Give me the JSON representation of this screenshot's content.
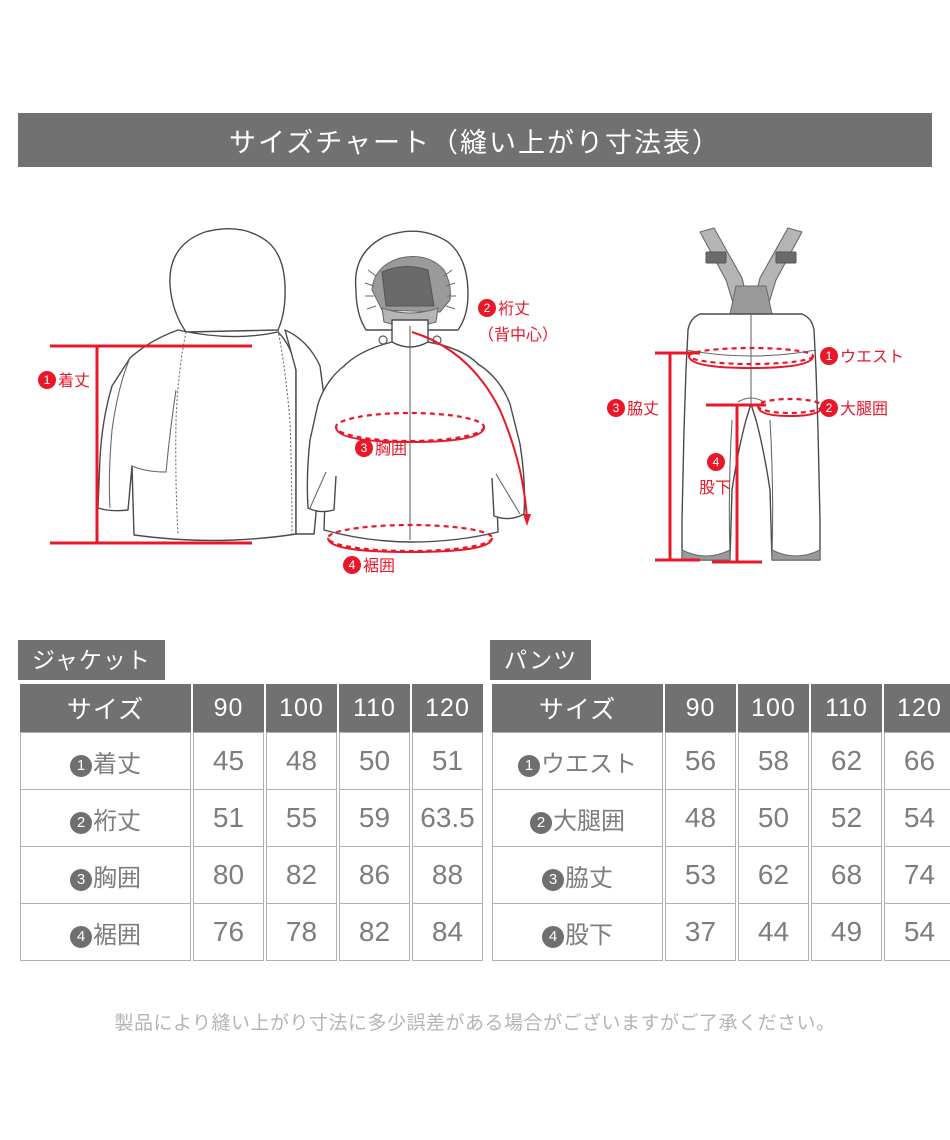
{
  "banner": {
    "title": "サイズチャート（縫い上がり寸法表）"
  },
  "diagram": {
    "jacket": {
      "labels": [
        {
          "num": "❶",
          "text": "着丈"
        },
        {
          "num": "❷",
          "text": "裄丈",
          "sub": "（背中心）"
        },
        {
          "num": "❸",
          "text": "胸囲"
        },
        {
          "num": "❹",
          "text": "裾囲"
        }
      ]
    },
    "pants": {
      "labels": [
        {
          "num": "❶",
          "text": "ウエスト"
        },
        {
          "num": "❷",
          "text": "大腿囲"
        },
        {
          "num": "❸",
          "text": "脇丈"
        },
        {
          "num": "❹",
          "text": "股下"
        }
      ]
    }
  },
  "jacket_table": {
    "tab_label": "ジャケット",
    "size_header": "サイズ",
    "sizes": [
      "90",
      "100",
      "110",
      "120"
    ],
    "rows": [
      {
        "num": "1",
        "label": "着丈",
        "values": [
          "45",
          "48",
          "50",
          "51"
        ]
      },
      {
        "num": "2",
        "label": "裄丈",
        "values": [
          "51",
          "55",
          "59",
          "63.5"
        ]
      },
      {
        "num": "3",
        "label": "胸囲",
        "values": [
          "80",
          "82",
          "86",
          "88"
        ]
      },
      {
        "num": "4",
        "label": "裾囲",
        "values": [
          "76",
          "78",
          "82",
          "84"
        ]
      }
    ]
  },
  "pants_table": {
    "tab_label": "パンツ",
    "size_header": "サイズ",
    "sizes": [
      "90",
      "100",
      "110",
      "120"
    ],
    "rows": [
      {
        "num": "1",
        "label": "ウエスト",
        "values": [
          "56",
          "58",
          "62",
          "66"
        ]
      },
      {
        "num": "2",
        "label": "大腿囲",
        "values": [
          "48",
          "50",
          "52",
          "54"
        ]
      },
      {
        "num": "3",
        "label": "脇丈",
        "values": [
          "53",
          "62",
          "68",
          "74"
        ]
      },
      {
        "num": "4",
        "label": "股下",
        "values": [
          "37",
          "44",
          "49",
          "54"
        ]
      }
    ]
  },
  "footnote": {
    "text": "製品により縫い上がり寸法に多少誤差がある場合がございますがご了承ください。"
  },
  "colors": {
    "header_gray": "#717171",
    "accent_red": "#e8182a",
    "body_text": "#7d7d7d",
    "footnote_gray": "#b4b4b4"
  }
}
